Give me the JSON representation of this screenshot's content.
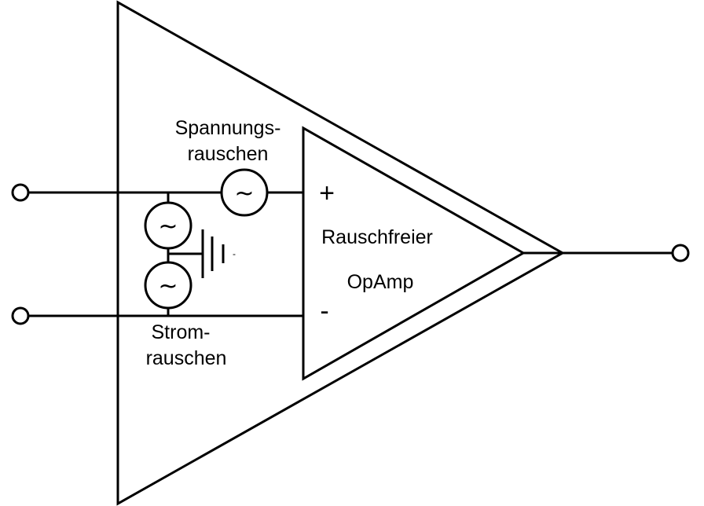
{
  "labels": {
    "voltage_noise_line1": "Spannungs-",
    "voltage_noise_line2": "rauschen",
    "current_noise_line1": "Strom-",
    "current_noise_line2": "rauschen",
    "opamp_line1": "Rauschfreier",
    "opamp_line2": "OpAmp",
    "plus": "+",
    "minus": "-",
    "source_symbol": "~",
    "ground_mark": "-"
  },
  "colors": {
    "stroke": "#000000",
    "background": "#ffffff"
  }
}
